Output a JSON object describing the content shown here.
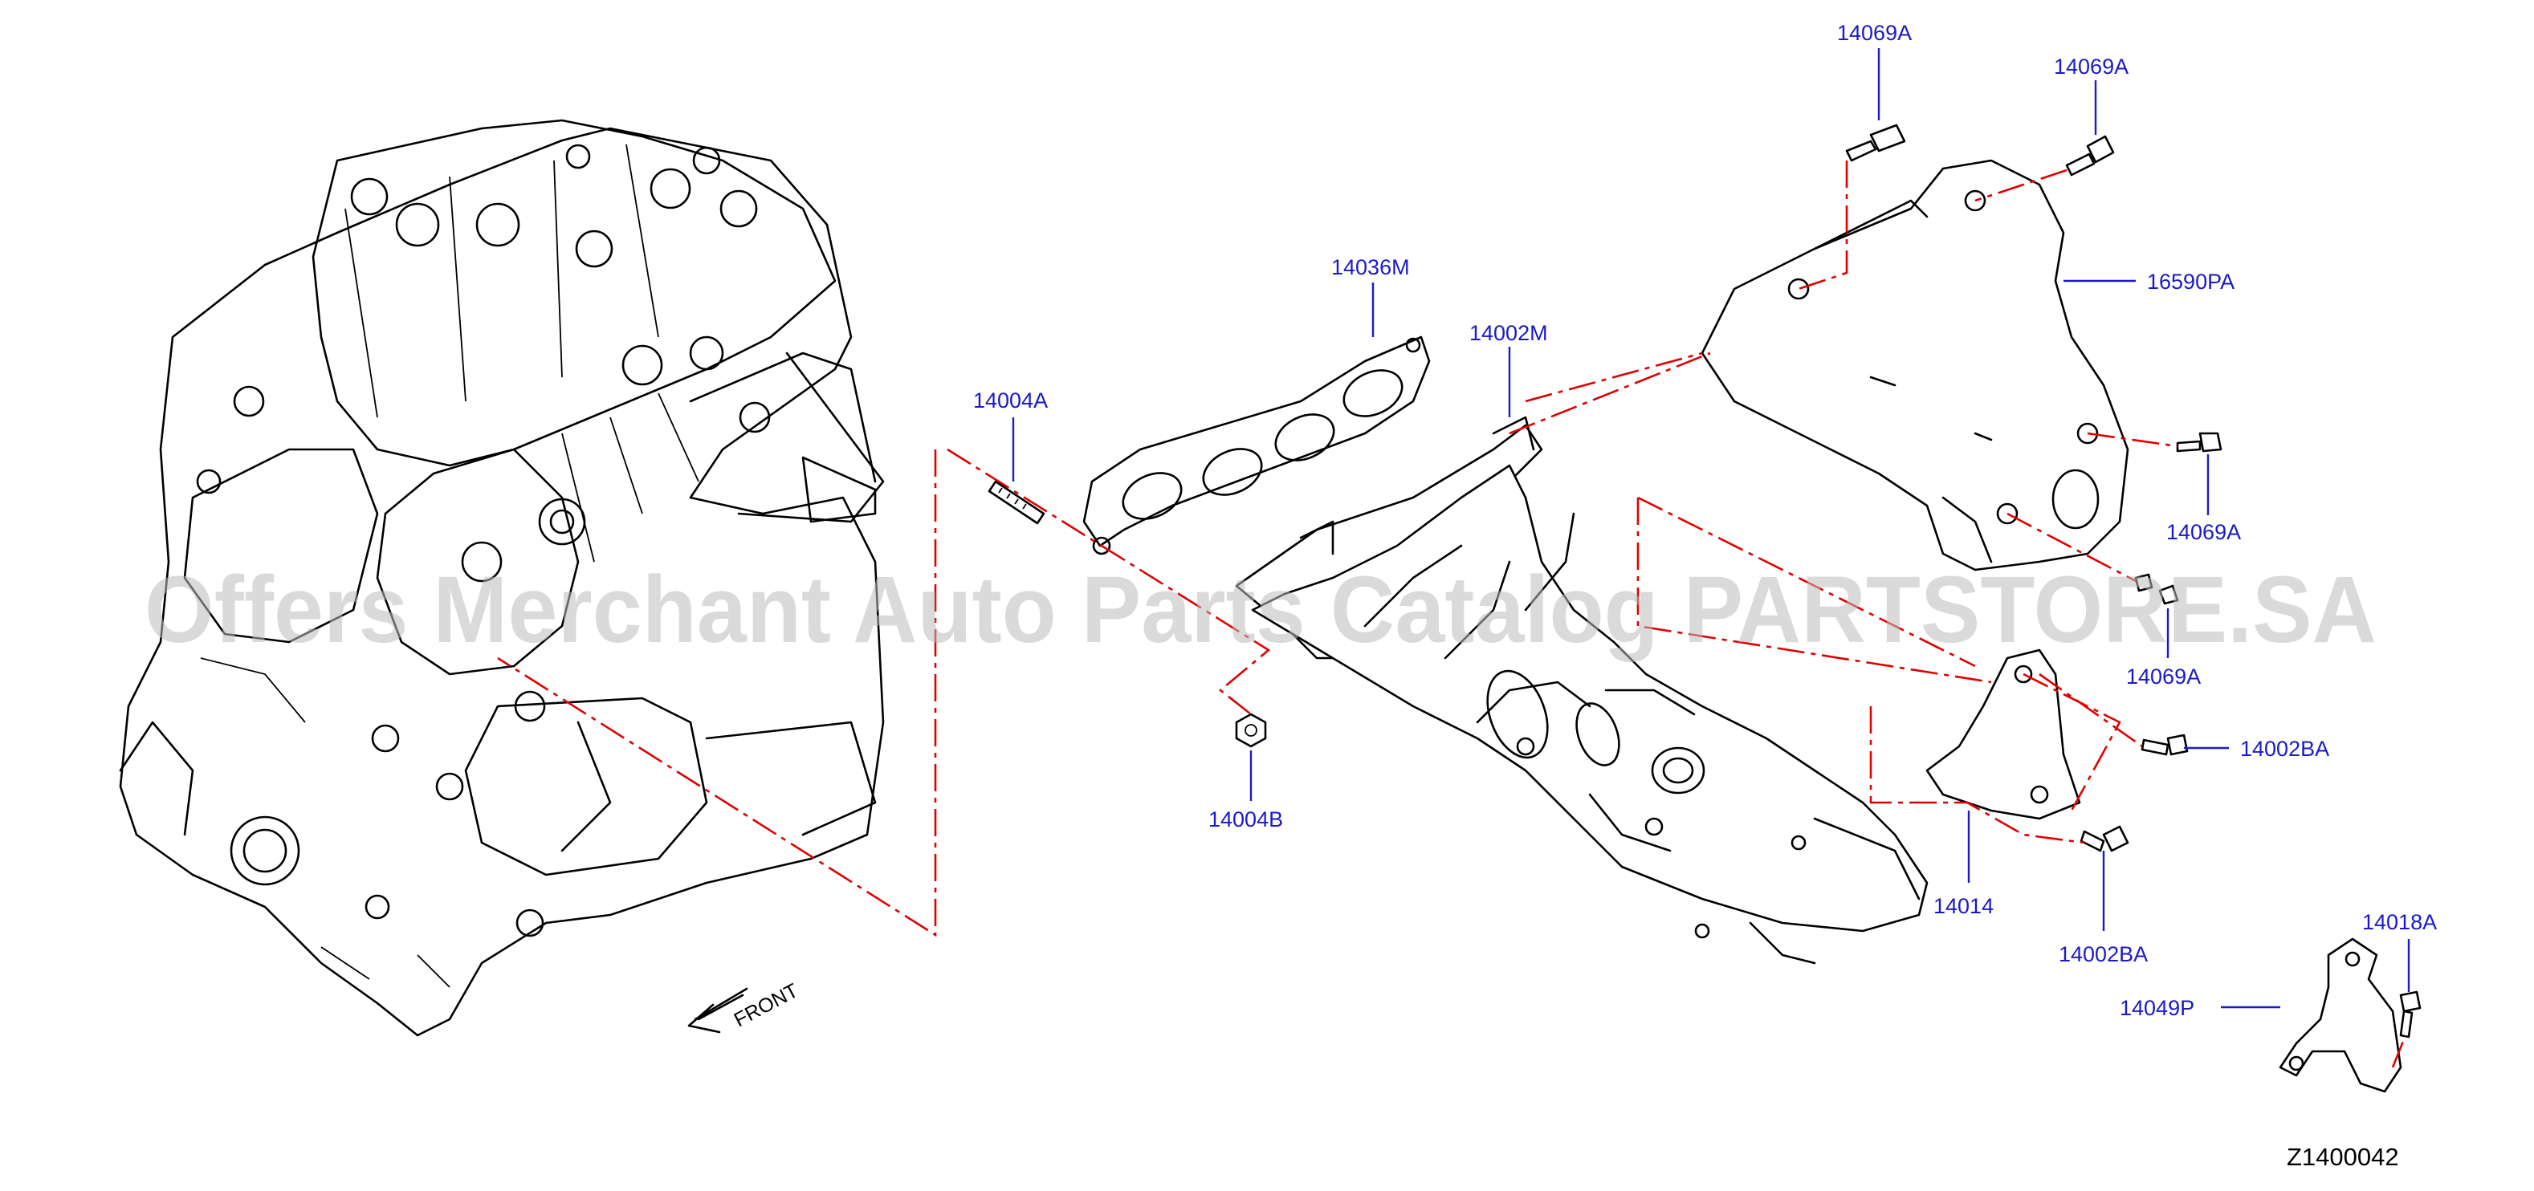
{
  "watermark": "Offers Merchant Auto Parts Catalog PARTSTORE.SA",
  "diagram_code": "Z1400042",
  "front_label": "FRONT",
  "parts": {
    "p14004A": "14004A",
    "p14036M": "14036M",
    "p14002M": "14002M",
    "p14004B": "14004B",
    "p14069A_1": "14069A",
    "p14069A_2": "14069A",
    "p16590PA": "16590PA",
    "p14069A_3": "14069A",
    "p14069A_4": "14069A",
    "p14002BA_1": "14002BA",
    "p14014": "14014",
    "p14002BA_2": "14002BA",
    "p14018A": "14018A",
    "p14049P": "14049P"
  },
  "colors": {
    "label": "#1a1ac8",
    "reference_line": "#e00000",
    "drawing": "#000000"
  }
}
